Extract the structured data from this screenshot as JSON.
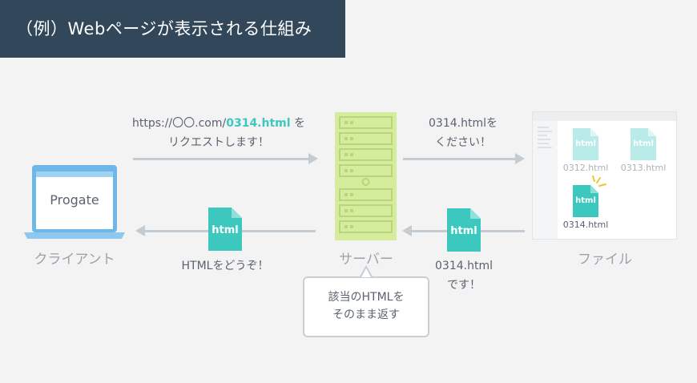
{
  "title": "（例）Webページが表示される仕組み",
  "client": {
    "screen_text": "Progate",
    "label": "クライアント"
  },
  "server": {
    "label": "サーバー"
  },
  "files": {
    "label": "ファイル",
    "items": [
      {
        "icon_text": "html",
        "name": "0312.html",
        "highlighted": false
      },
      {
        "icon_text": "html",
        "name": "0313.html",
        "highlighted": false
      },
      {
        "icon_text": "html",
        "name": "0314.html",
        "highlighted": true
      }
    ]
  },
  "request": {
    "url_prefix": "https://〇〇.com/",
    "url_file": "0314.html",
    "url_suffix": " を",
    "line2": "リクエストします！"
  },
  "ask_file": {
    "line1": "0314.htmlを",
    "line2": "ください！"
  },
  "file_response": {
    "icon_text": "html",
    "line1": "0314.html",
    "line2": "です！"
  },
  "client_response": {
    "icon_text": "html",
    "text": "HTMLをどうぞ！"
  },
  "note": {
    "line1": "該当のHTMLを",
    "line2": "そのまま返す"
  },
  "colors": {
    "header_bg": "#33475b",
    "accent": "#3cc8bf",
    "server_green": "#d4ec9c",
    "arrow": "#c3cbd3"
  }
}
